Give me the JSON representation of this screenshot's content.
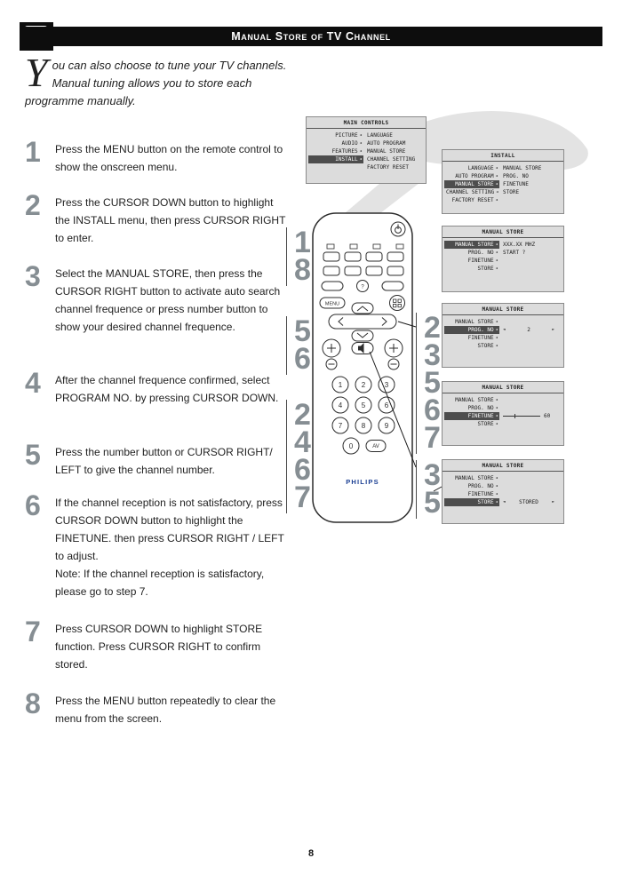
{
  "header": {
    "title": "Manual Store of TV Channel"
  },
  "intro": {
    "dropcap": "Y",
    "text": "ou can also choose to tune your TV channels. Manual tuning allows you to store each programme manually."
  },
  "steps": [
    {
      "num": "1",
      "text": "Press the MENU button on the remote control to show the onscreen menu."
    },
    {
      "num": "2",
      "text": "Press the CURSOR DOWN button to highlight the INSTALL menu, then press CURSOR RIGHT to enter."
    },
    {
      "num": "3",
      "text": "Select the MANUAL STORE, then press the CURSOR RIGHT button to activate auto search channel frequence or press number button to show your desired channel frequence."
    },
    {
      "num": "4",
      "text": "After the channel frequence confirmed, select PROGRAM NO. by pressing CURSOR DOWN."
    },
    {
      "num": "5",
      "text": "Press the number button or CURSOR RIGHT/ LEFT to give the channel number."
    },
    {
      "num": "6",
      "text": "If the channel reception is not satisfactory, press CURSOR DOWN button to highlight the  FINETUNE. then press CURSOR RIGHT / LEFT to adjust.",
      "note": "Note: If the channel reception is satisfactory, please go to step 7."
    },
    {
      "num": "7",
      "text": "Press  CURSOR DOWN to highlight STORE function. Press CURSOR RIGHT to confirm stored."
    },
    {
      "num": "8",
      "text": "Press the MENU button repeatedly to clear the menu from the screen."
    }
  ],
  "menus": [
    {
      "title": "MAIN CONTROLS",
      "left": [
        "PICTURE",
        "AUDIO",
        "FEATURES",
        "INSTALL"
      ],
      "hl_index": 3,
      "right": [
        "LANGUAGE",
        "AUTO PROGRAM",
        "MANUAL STORE",
        "CHANNEL SETTING",
        "FACTORY RESET"
      ]
    },
    {
      "title": "INSTALL",
      "left": [
        "LANGUAGE",
        "AUTO PROGRAM",
        "MANUAL STORE",
        "CHANNEL SETTING",
        "FACTORY RESET"
      ],
      "hl_index": 2,
      "right": [
        "MANUAL STORE",
        "PROG. NO",
        "FINETUNE",
        "STORE"
      ]
    },
    {
      "title": "MANUAL STORE",
      "left": [
        "MANUAL STORE",
        "PROG. NO",
        "FINETUNE",
        "STORE"
      ],
      "hl_index": 0,
      "right": [
        "XXX.XX MHZ",
        "START ?"
      ]
    },
    {
      "title": "MANUAL STORE",
      "left": [
        "MANUAL STORE",
        "PROG. NO",
        "FINETUNE",
        "STORE"
      ],
      "hl_index": 1,
      "value": {
        "arrow_left": "◄",
        "text": "2",
        "arrow_right": "►"
      }
    },
    {
      "title": "MANUAL STORE",
      "left": [
        "MANUAL STORE",
        "PROG. NO",
        "FINETUNE",
        "STORE"
      ],
      "hl_index": 2,
      "slider": {
        "value": "60"
      }
    },
    {
      "title": "MANUAL STORE",
      "left": [
        "MANUAL STORE",
        "PROG. NO",
        "FINETUNE",
        "STORE"
      ],
      "hl_index": 3,
      "value": {
        "arrow_left": "◄",
        "text": "STORED",
        "arrow_right": "►"
      }
    }
  ],
  "remote": {
    "brand": "PHILIPS",
    "menu_label": "MENU",
    "help_label": "?",
    "av_label": "AV",
    "digits": [
      "1",
      "2",
      "3",
      "4",
      "5",
      "6",
      "7",
      "8",
      "9",
      "0"
    ]
  },
  "callouts": {
    "group1": [
      "1",
      "8"
    ],
    "group2": [
      "5",
      "6"
    ],
    "group3": [
      "2",
      "4",
      "6",
      "7"
    ],
    "group4": [
      "2",
      "3",
      "5",
      "6",
      "7"
    ],
    "group5": [
      "3",
      "5"
    ]
  },
  "colors": {
    "header_bg": "#0d0d0d",
    "step_number_gray": "#868e93",
    "osd_bg": "#dcdcdc",
    "osd_highlight": "#4d4d4d",
    "brand_blue": "#1b3f93"
  },
  "page_number": "8"
}
